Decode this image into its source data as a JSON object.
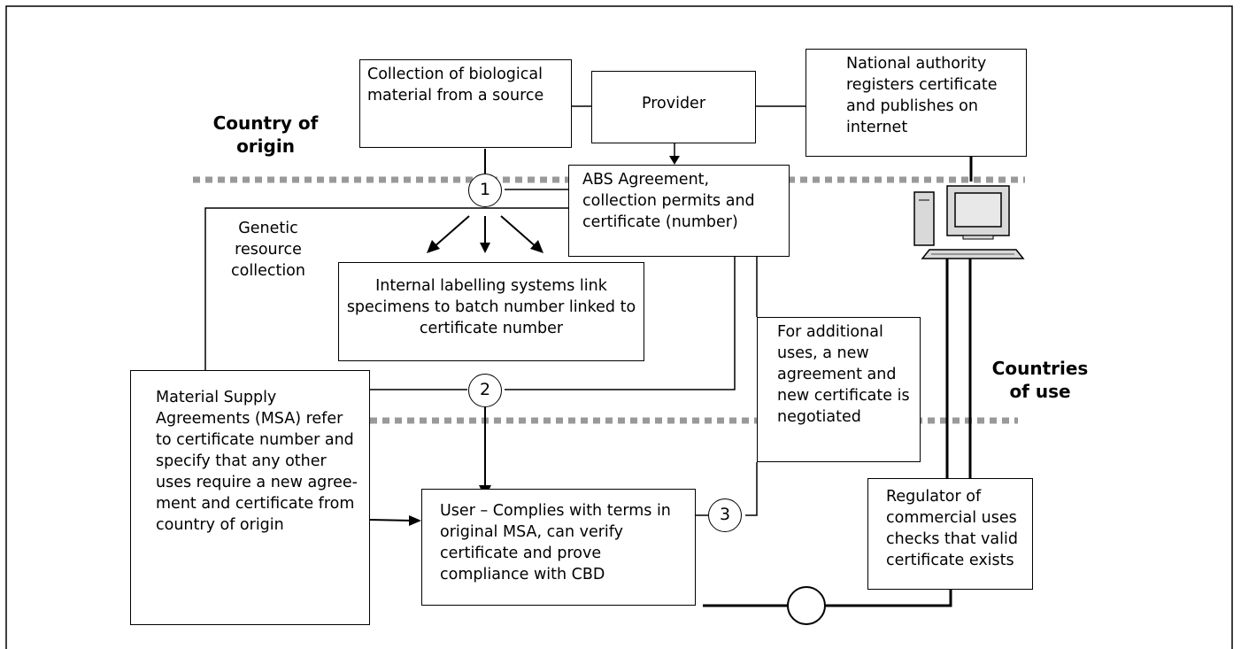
{
  "regions": {
    "origin": "Country of origin",
    "use": "Countries of use"
  },
  "boxes": {
    "collection": "Collection of biological material from a source",
    "provider": "Provider",
    "national": "National authority registers certificate and publishes on internet",
    "abs": "ABS Agreement, collection permits and certificate (number)",
    "labelling": "Internal labelling systems link specimens to batch number linked to certificate number",
    "additional": "For additional uses, a new agreement and new certificate is negotiated",
    "msa": "Material Supply Agreements (MSA) refer to certificate number and specify that any other uses require a new agree-ment and certificate from country of origin",
    "user": "User – Complies with terms in original MSA, can verify certificate and prove compliance with CBD",
    "regulator": "Regulator of commercial uses checks that valid certificate exists"
  },
  "labels": {
    "genetic": "Genetic resource collection"
  },
  "steps": [
    "1",
    "2",
    "3"
  ]
}
